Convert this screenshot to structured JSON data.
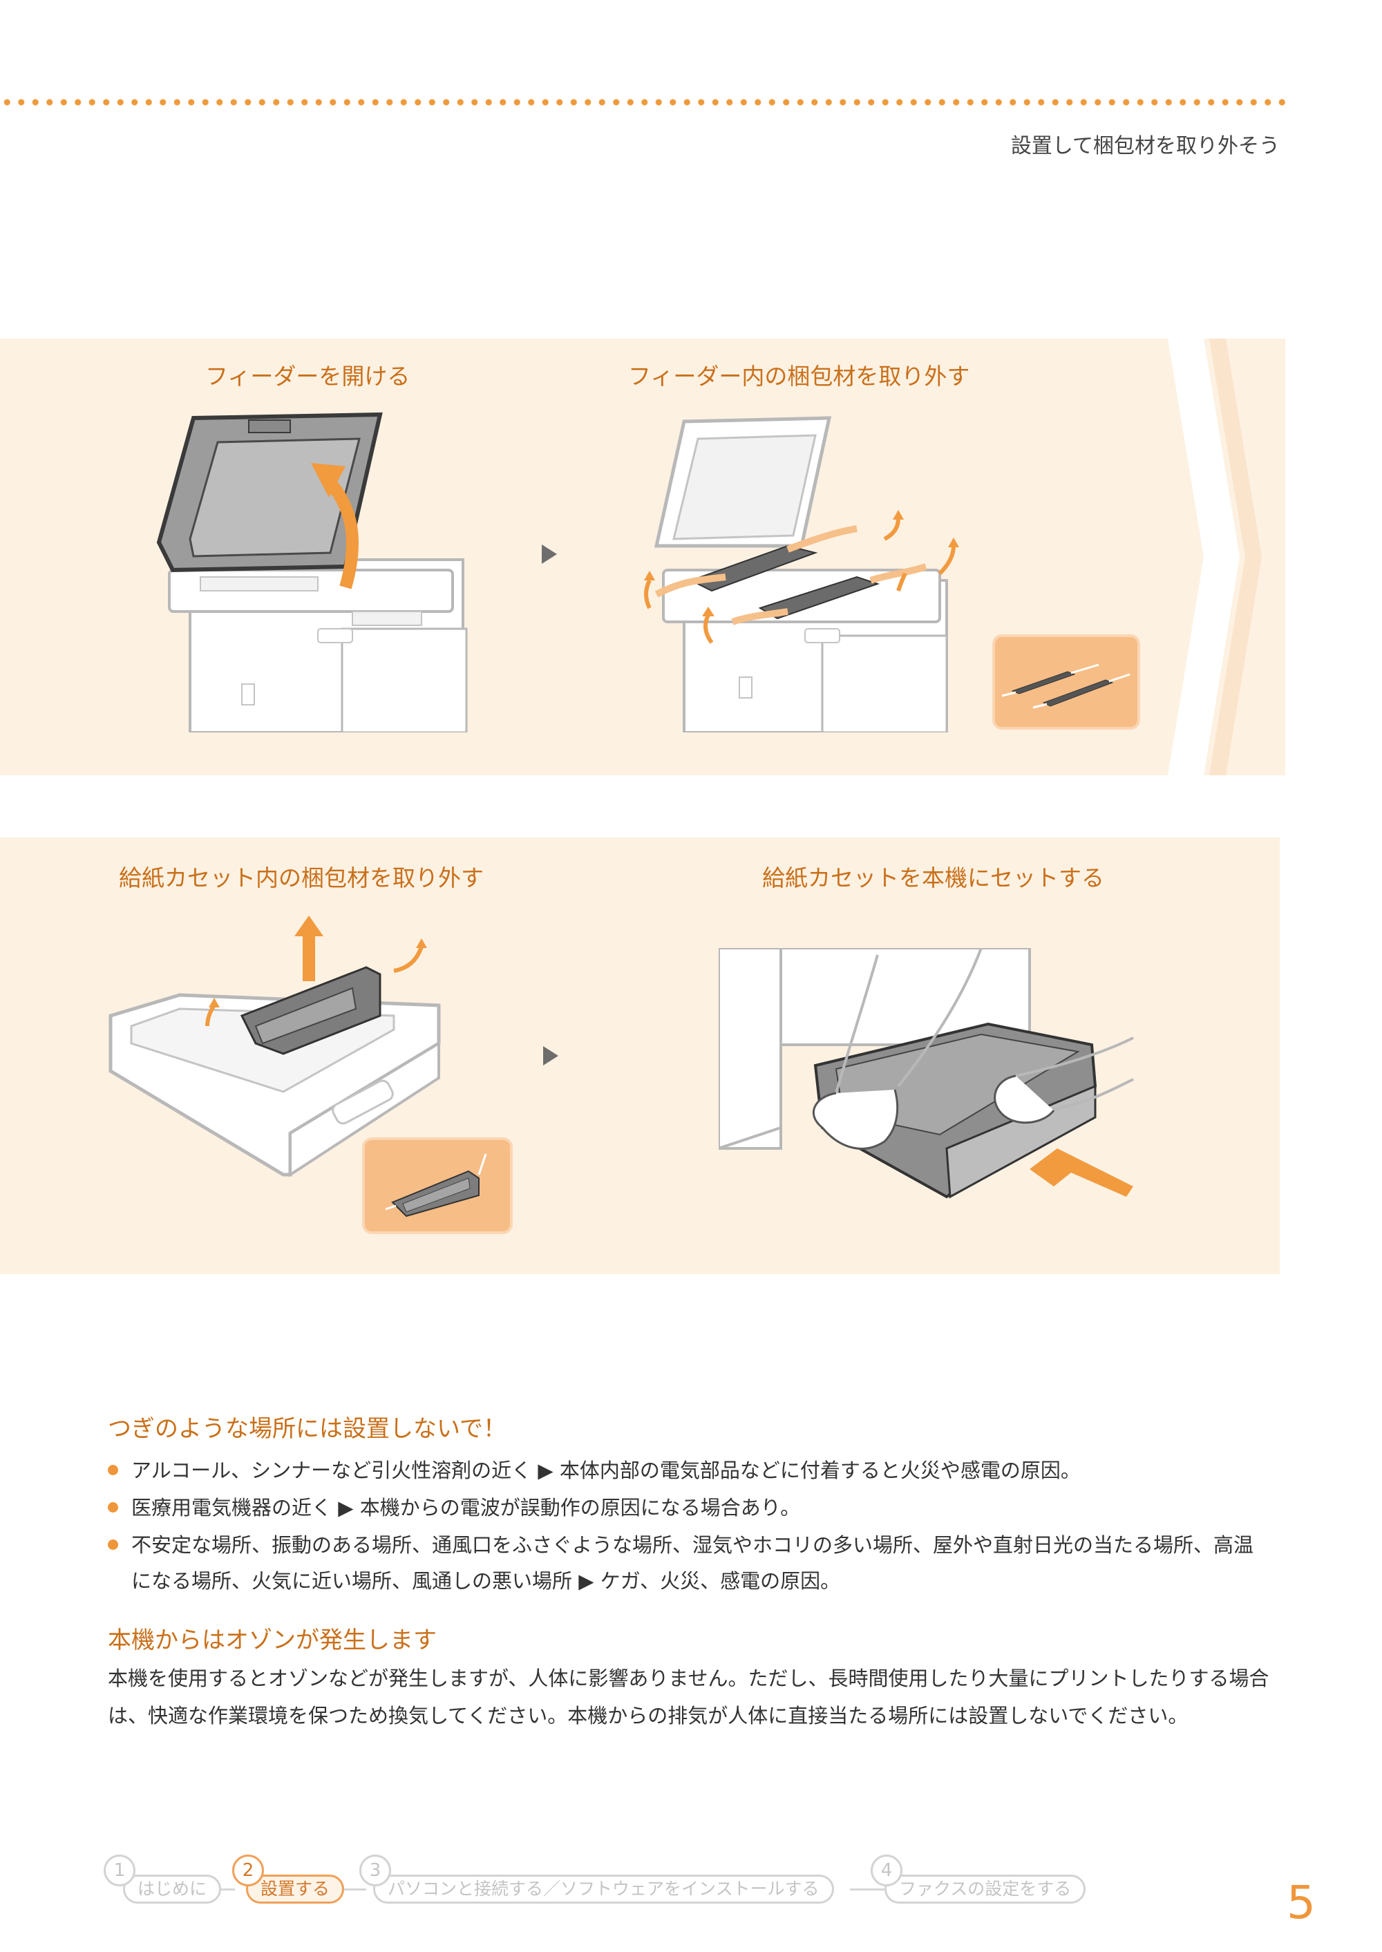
{
  "header": {
    "title": "設置して梱包材を取り外そう"
  },
  "steps": {
    "s1": {
      "title": "フィーダーを開ける"
    },
    "s2": {
      "title": "フィーダー内の梱包材を取り外す"
    },
    "s3": {
      "title": "給紙カセット内の梱包材を取り外す"
    },
    "s4": {
      "title": "給紙カセットを本機にセットする"
    }
  },
  "caution": {
    "heading": "つぎのような場所には設置しないで！",
    "items": [
      {
        "line1": "アルコール、シンナーなど引火性溶剤の近く ▶ 本体内部の電気部品などに付着すると火災や感電の原因。"
      },
      {
        "line1": "医療用電気機器の近く ▶ 本機からの電波が誤動作の原因になる場合あり。"
      },
      {
        "line1": "不安定な場所、振動のある場所、通風口をふさぐような場所、湿気やホコリの多い場所、屋外や直射日光の当たる場所、高温",
        "line2": "になる場所、火気に近い場所、風通しの悪い場所 ▶ ケガ、火災、感電の原因。"
      }
    ]
  },
  "ozone": {
    "heading": "本機からはオゾンが発生します",
    "line1": "本機を使用するとオゾンなどが発生しますが、人体に影響ありません。ただし、長時間使用したり大量にプリントしたりする場合",
    "line2": "は、快適な作業環境を保つため換気してください。本機からの排気が人体に直接当たる場所には設置しないでください。"
  },
  "nav": {
    "steps": [
      {
        "num": "1",
        "label": "はじめに"
      },
      {
        "num": "2",
        "label": "設置する"
      },
      {
        "num": "3",
        "label": "パソコンと接続する／ソフトウェアをインストールする"
      },
      {
        "num": "4",
        "label": "ファクスの設定をする"
      }
    ],
    "active_step": "2"
  },
  "page_number": "5",
  "colors": {
    "accent": "#f0963a",
    "title_orange": "#c9701a",
    "band": "#fdf1e2",
    "inset": "#f7bd86"
  }
}
